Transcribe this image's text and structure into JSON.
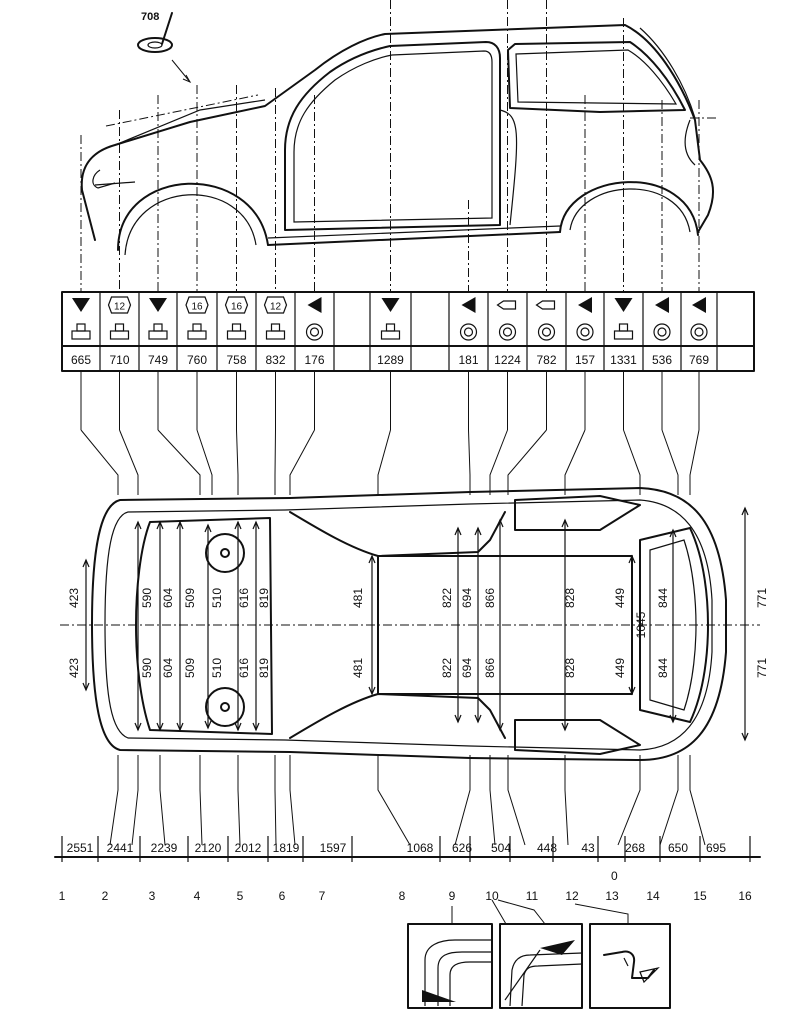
{
  "part_number": "708",
  "table": [
    {
      "symbol": "triangle-down",
      "hole": "tab",
      "value": "665"
    },
    {
      "symbol": "badge",
      "label": "12",
      "hole": "tab",
      "value": "710"
    },
    {
      "symbol": "triangle-down",
      "hole": "tab",
      "value": "749"
    },
    {
      "symbol": "badge",
      "label": "16",
      "hole": "tab",
      "value": "760"
    },
    {
      "symbol": "badge",
      "label": "16",
      "hole": "tab",
      "value": "758"
    },
    {
      "symbol": "badge",
      "label": "12",
      "hole": "tab",
      "value": "832"
    },
    {
      "symbol": "triangle-left",
      "hole": "ring",
      "value": "176"
    },
    {
      "symbol": "triangle-down",
      "hole": "tab",
      "value": "1289"
    },
    {
      "symbol": "triangle-left",
      "hole": "ring",
      "value": "181"
    },
    {
      "symbol": "pin",
      "hole": "ring",
      "value": "1224"
    },
    {
      "symbol": "pin",
      "hole": "ring",
      "value": "782"
    },
    {
      "symbol": "triangle-left",
      "hole": "ring",
      "value": "157"
    },
    {
      "symbol": "triangle-down",
      "hole": "tab",
      "value": "1331"
    },
    {
      "symbol": "triangle-left",
      "hole": "ring",
      "value": "536"
    },
    {
      "symbol": "triangle-left",
      "hole": "ring",
      "value": "769"
    }
  ],
  "bottom_dimensions": [
    "2551",
    "2441",
    "2239",
    "2120",
    "2012",
    "1819",
    "1597",
    "1068",
    "626",
    "504",
    "448",
    "43",
    "268",
    "650",
    "695"
  ],
  "zero_label": "0",
  "point_numbers": [
    "1",
    "2",
    "3",
    "4",
    "5",
    "6",
    "7",
    "8",
    "9",
    "10",
    "11",
    "12",
    "13",
    "14",
    "15",
    "16"
  ],
  "width_dims": {
    "upper": [
      "423",
      "590",
      "604",
      "509",
      "510",
      "616",
      "819",
      "481",
      "822",
      "694",
      "866",
      "828",
      "449",
      "844",
      "771"
    ],
    "lower": [
      "423",
      "590",
      "604",
      "509",
      "510",
      "616",
      "819",
      "481",
      "822",
      "694",
      "866",
      "828",
      "449",
      "844",
      "771"
    ],
    "center": "1045"
  },
  "icons": [
    "triangle-down-icon",
    "badge-icon",
    "triangle-left-icon",
    "pin-icon",
    "ring-icon",
    "tab-icon"
  ]
}
